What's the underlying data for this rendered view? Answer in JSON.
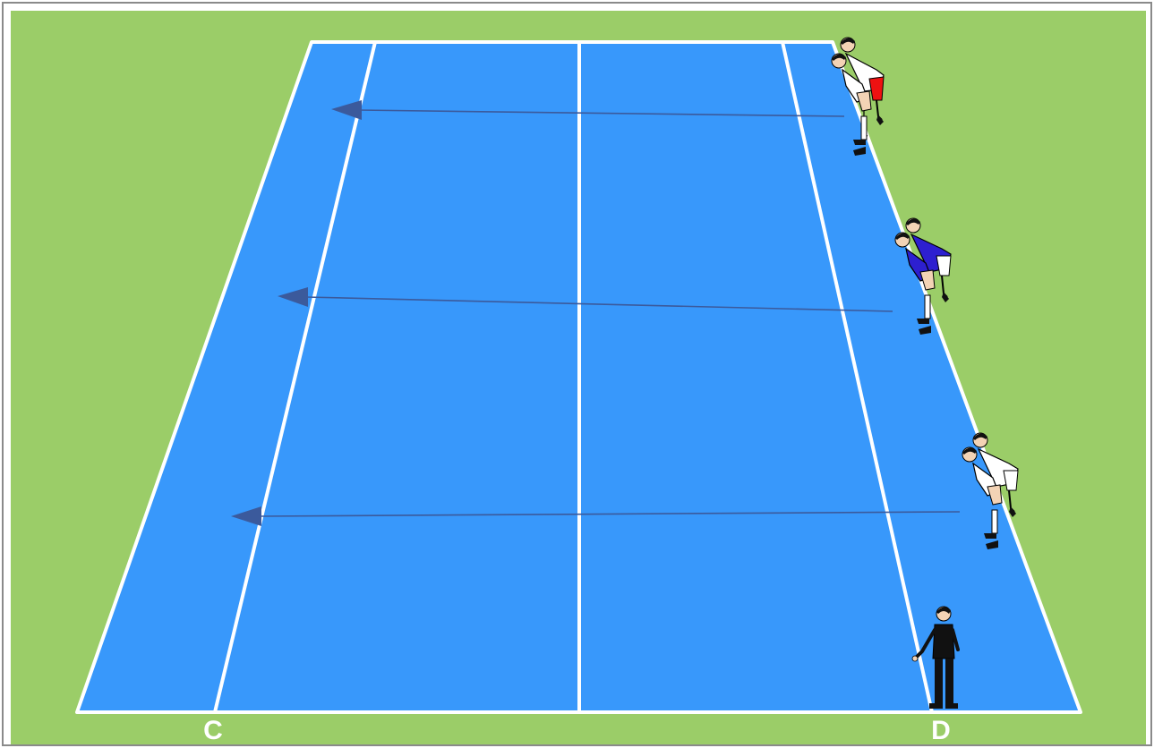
{
  "colors": {
    "grass": "#9bcd68",
    "court": "#3898fb",
    "lines": "#ffffff",
    "arrow": "#3b5a9c",
    "team_red_shirt": "#ffffff",
    "team_red_shorts": "#ee1111",
    "team_blue_shirt": "#2d1fd0",
    "team_white_shirt": "#ffffff",
    "coach": "#111111"
  },
  "labels": {
    "left": "C",
    "right": "D"
  },
  "players": [
    {
      "team": "red",
      "icon": "player-pair-icon"
    },
    {
      "team": "blue",
      "icon": "player-pair-icon"
    },
    {
      "team": "white",
      "icon": "player-pair-icon"
    }
  ],
  "coach": {
    "icon": "coach-icon"
  },
  "arrows": [
    {
      "icon": "run-arrow-icon"
    },
    {
      "icon": "run-arrow-icon"
    },
    {
      "icon": "run-arrow-icon"
    }
  ]
}
